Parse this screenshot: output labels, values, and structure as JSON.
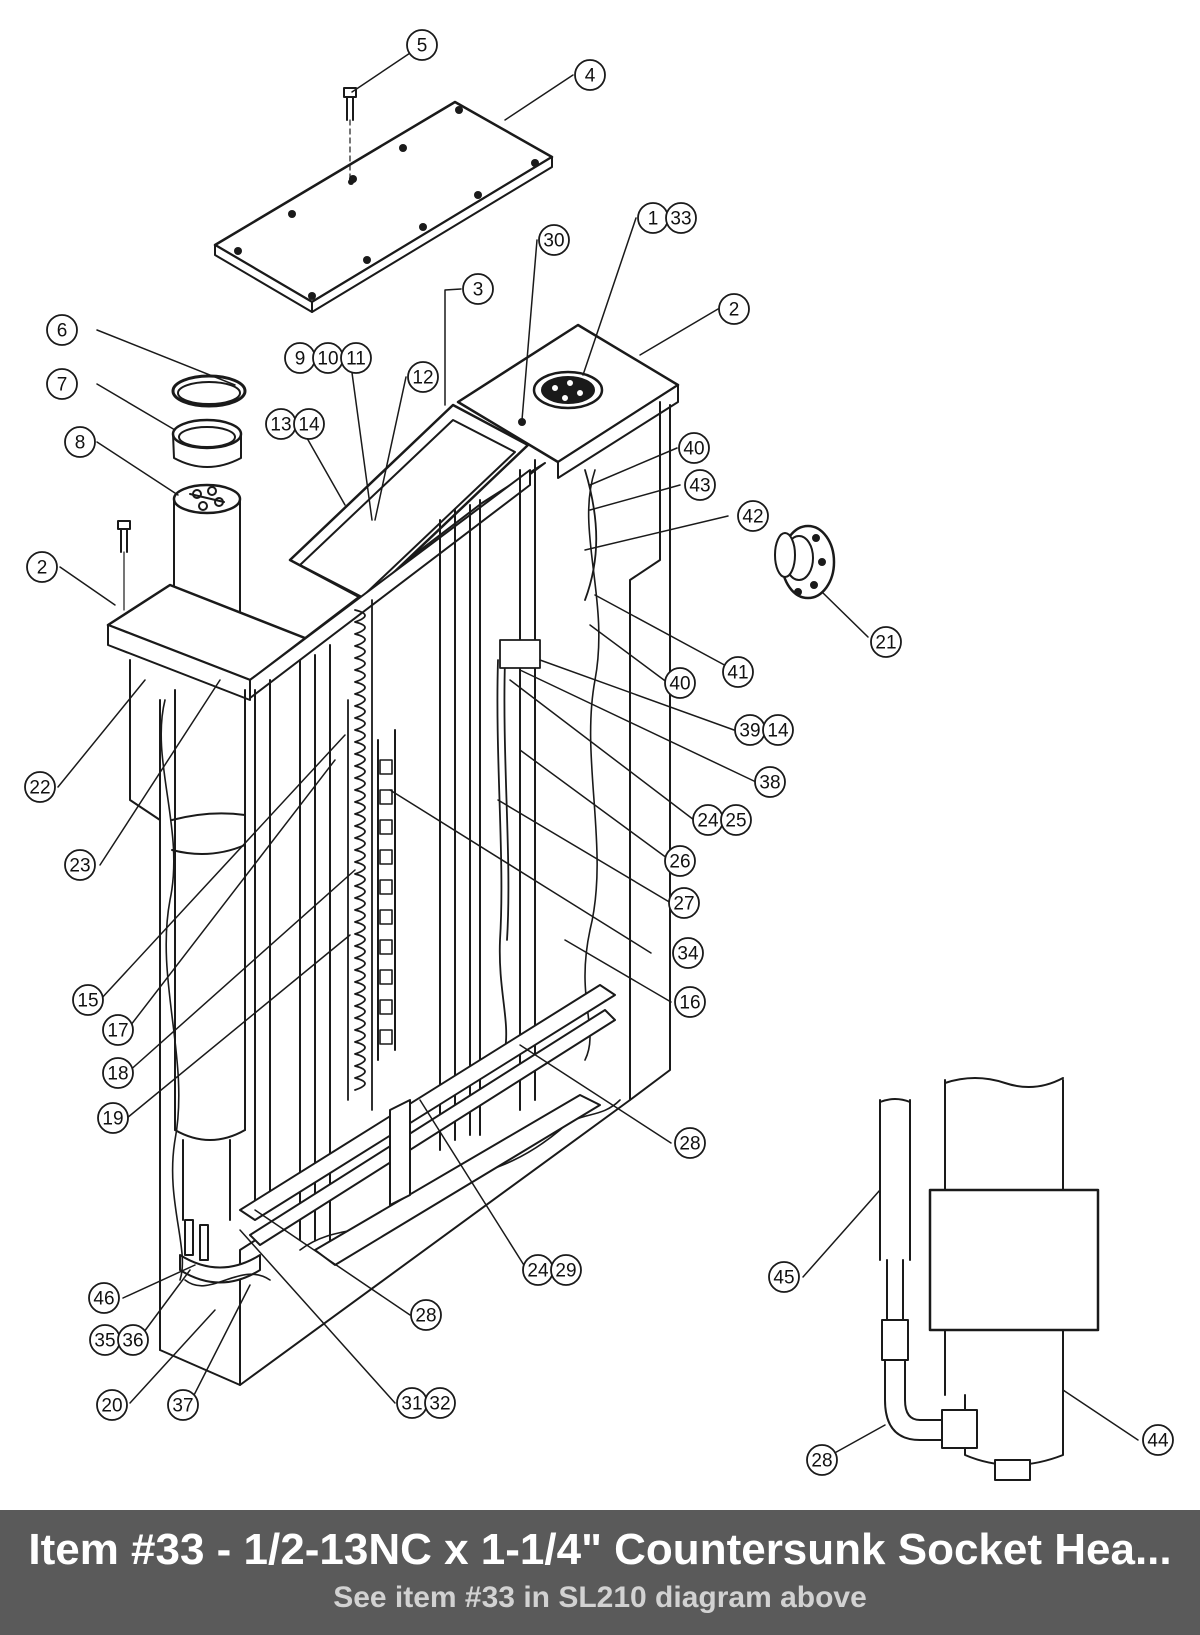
{
  "caption": {
    "title": "Item #33 - 1/2-13NC x 1-1/4\" Countersunk Socket Hea...",
    "subtitle": "See item #33 in SL210 diagram above"
  },
  "colors": {
    "line": "#1a1a1a",
    "background": "#ffffff",
    "caption_bar": "#5a5a5a",
    "caption_title": "#ffffff",
    "caption_subtitle": "#d2d2d2"
  },
  "callouts": [
    {
      "id": "c5",
      "labels": [
        "5"
      ]
    },
    {
      "id": "c4",
      "labels": [
        "4"
      ]
    },
    {
      "id": "c1-33",
      "labels": [
        "1",
        "33"
      ]
    },
    {
      "id": "c30",
      "labels": [
        "30"
      ]
    },
    {
      "id": "c3",
      "labels": [
        "3"
      ]
    },
    {
      "id": "c2-top",
      "labels": [
        "2"
      ]
    },
    {
      "id": "c6",
      "labels": [
        "6"
      ]
    },
    {
      "id": "c7",
      "labels": [
        "7"
      ]
    },
    {
      "id": "c8",
      "labels": [
        "8"
      ]
    },
    {
      "id": "c9-10-11",
      "labels": [
        "9",
        "10",
        "11"
      ]
    },
    {
      "id": "c12",
      "labels": [
        "12"
      ]
    },
    {
      "id": "c13-14",
      "labels": [
        "13",
        "14"
      ]
    },
    {
      "id": "c40-top",
      "labels": [
        "40"
      ]
    },
    {
      "id": "c43",
      "labels": [
        "43"
      ]
    },
    {
      "id": "c42",
      "labels": [
        "42"
      ]
    },
    {
      "id": "c2-left",
      "labels": [
        "2"
      ]
    },
    {
      "id": "c21",
      "labels": [
        "21"
      ]
    },
    {
      "id": "c41",
      "labels": [
        "41"
      ]
    },
    {
      "id": "c40-bot",
      "labels": [
        "40"
      ]
    },
    {
      "id": "c39-14",
      "labels": [
        "39",
        "14"
      ]
    },
    {
      "id": "c38",
      "labels": [
        "38"
      ]
    },
    {
      "id": "c22",
      "labels": [
        "22"
      ]
    },
    {
      "id": "c24-25",
      "labels": [
        "24",
        "25"
      ]
    },
    {
      "id": "c23",
      "labels": [
        "23"
      ]
    },
    {
      "id": "c26",
      "labels": [
        "26"
      ]
    },
    {
      "id": "c27",
      "labels": [
        "27"
      ]
    },
    {
      "id": "c34",
      "labels": [
        "34"
      ]
    },
    {
      "id": "c15",
      "labels": [
        "15"
      ]
    },
    {
      "id": "c16",
      "labels": [
        "16"
      ]
    },
    {
      "id": "c17",
      "labels": [
        "17"
      ]
    },
    {
      "id": "c18",
      "labels": [
        "18"
      ]
    },
    {
      "id": "c19",
      "labels": [
        "19"
      ]
    },
    {
      "id": "c28-mid",
      "labels": [
        "28"
      ]
    },
    {
      "id": "c24-29",
      "labels": [
        "24",
        "29"
      ]
    },
    {
      "id": "c45",
      "labels": [
        "45"
      ]
    },
    {
      "id": "c46",
      "labels": [
        "46"
      ]
    },
    {
      "id": "c28-low",
      "labels": [
        "28"
      ]
    },
    {
      "id": "c35-36",
      "labels": [
        "35",
        "36"
      ]
    },
    {
      "id": "c20",
      "labels": [
        "20"
      ]
    },
    {
      "id": "c37",
      "labels": [
        "37"
      ]
    },
    {
      "id": "c31-32",
      "labels": [
        "31",
        "32"
      ]
    },
    {
      "id": "c44",
      "labels": [
        "44"
      ]
    },
    {
      "id": "c28-detail",
      "labels": [
        "28"
      ]
    }
  ]
}
